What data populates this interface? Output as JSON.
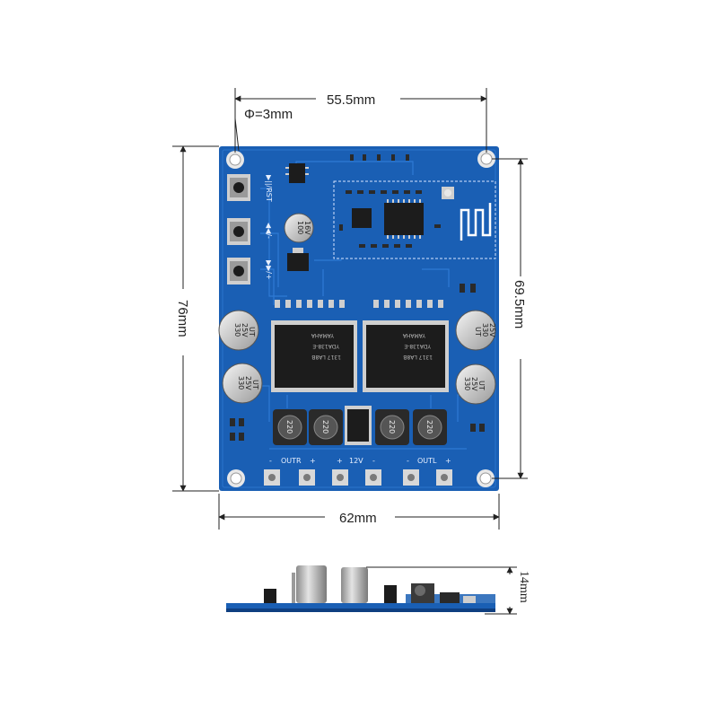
{
  "dimensions": {
    "top_width": "55.5mm",
    "hole_diameter": "Φ=3mm",
    "left_height": "76mm",
    "right_height": "69.5mm",
    "bottom_width": "62mm",
    "thickness": "14mm"
  },
  "board_labels": {
    "rst": "▶||/RST",
    "vol_down": "◀◀/-",
    "vol_up": "▶▶/+",
    "outr": "OUTR",
    "v12": "12V",
    "outl": "OUTL",
    "plus": "+",
    "minus": "-"
  },
  "chip_text": {
    "line1": "YAMAHA",
    "line2": "YDA138-E",
    "line3": "1317 LA8B"
  },
  "capacitor_text": {
    "value": "330",
    "voltage": "25V",
    "series": "UT",
    "small_value": "100",
    "small_voltage": "16V"
  },
  "inductor_text": "220",
  "colors": {
    "pcb": "#1a5fb4",
    "pcb_dark": "#0f3f80",
    "silk": "#e8f0ff",
    "pad": "#d8d8d8",
    "dimension_line": "#222222"
  },
  "icons": [
    "bluetooth-antenna-icon",
    "push-button-icon",
    "mounting-hole-icon"
  ]
}
